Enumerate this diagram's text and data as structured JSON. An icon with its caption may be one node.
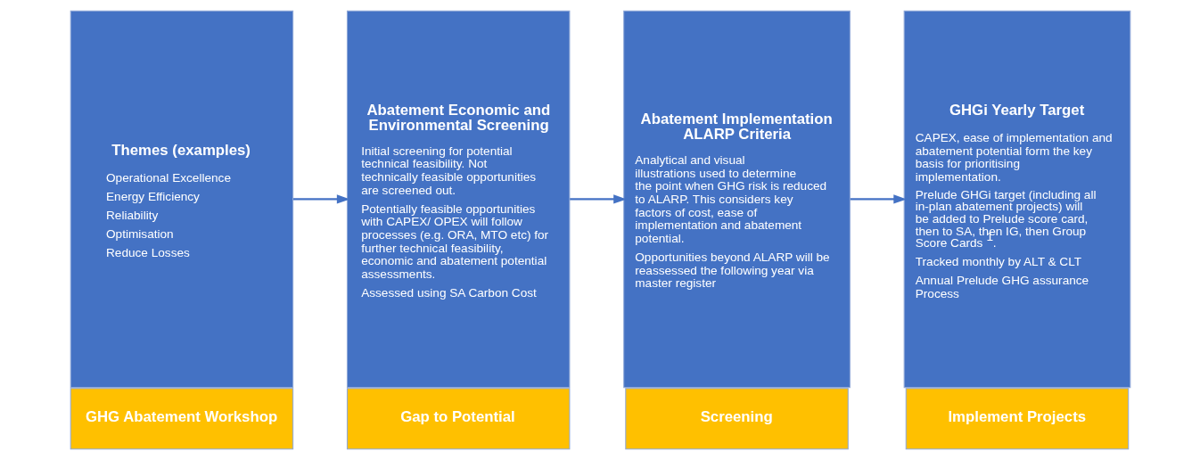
{
  "diagram": {
    "nodes": [
      {
        "text": [
          "Themes (examples)",
          "Operational Excellence",
          "Energy Efficiency",
          "Reliability",
          "Optimisation",
          "Reduce Losses"
        ]
      },
      {
        "text": [
          "GHG Abatement Workshop"
        ]
      },
      {
        "text": [
          "Abatement Economic and Environmental Screening",
          "Initial screening for potential technical feasibility. Not technically feasible opportunities are screened out.",
          "Potentially feasible opportunities with CAPEX/ OPEX will follow processes (e.g. ORA, MTO etc) for further technical feasibility, economic and abatement potential assessments.",
          "Assessed using SA Carbon Cost"
        ]
      },
      {
        "text": [
          "Gap to Potential"
        ]
      },
      {
        "text": [
          "Abatement Implementation ALARP Criteria",
          "Analytical and visual illustrations used to determine the point when GHG risk is reduced to ALARP. This considers key factors of cost, ease of implementation and abatement potential.",
          "Opportunities beyond ALARP will be reassessed the following year via master register"
        ]
      },
      {
        "text": [
          "Screening"
        ]
      },
      {
        "text": [
          "GHGi Yearly Target",
          "CAPEX, ease of implementation and abatement potential form the key basis for prioritising implementation.",
          "Prelude GHGi target (including all in-plan abatement projects) will be added to Prelude score card, then to SA, then IG, then Group Score Cards$^{1}$.",
          "Tracked monthly by ALT & CLT",
          "Annual Prelude GHG assurance Process"
        ]
      },
      {
        "text": [
          "Implement Projects"
        ]
      }
    ],
    "edges": [
      {
        "from": 0,
        "to": 2,
        "arrow": "to"
      },
      {
        "from": 2,
        "to": 4,
        "arrow": "to"
      },
      {
        "from": 4,
        "to": 6,
        "arrow": "to"
      }
    ]
  }
}
